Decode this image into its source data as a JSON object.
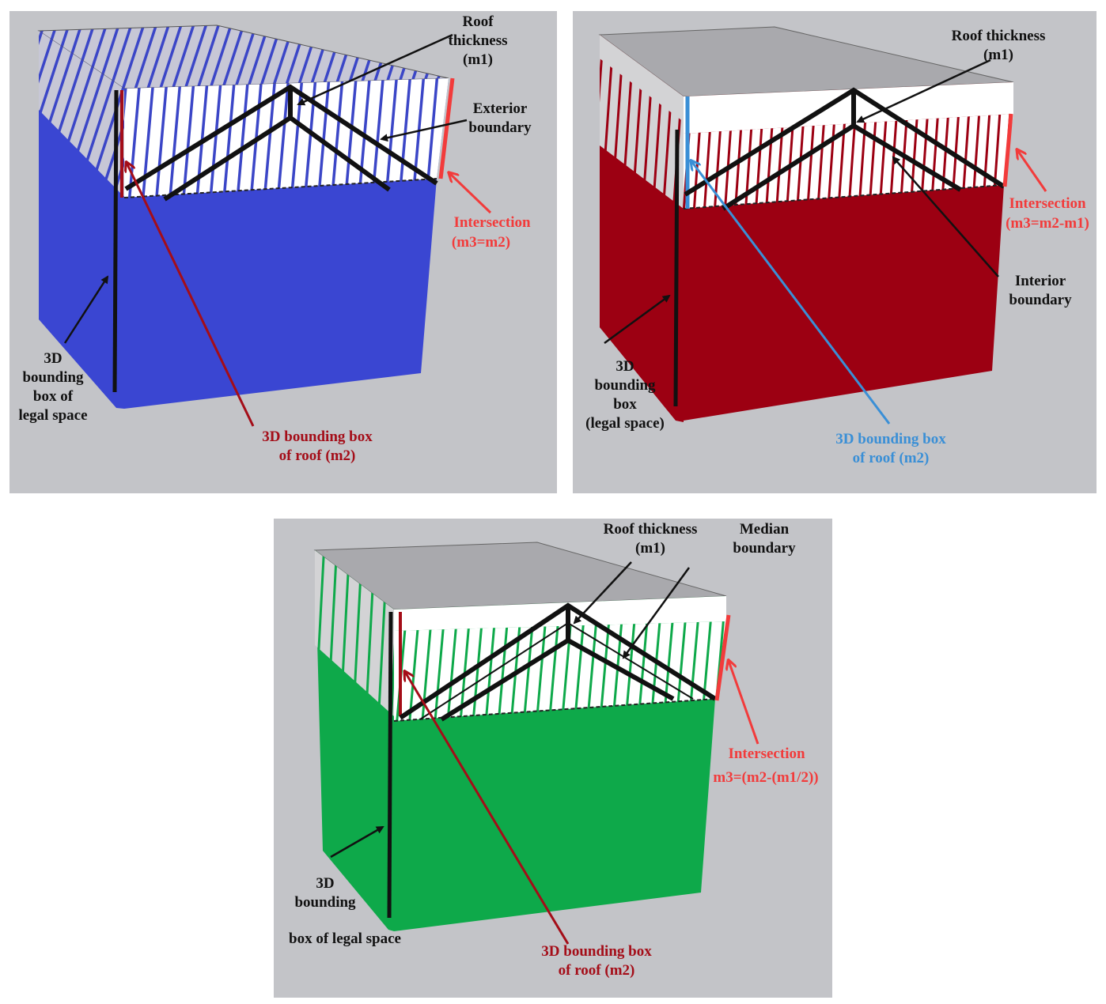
{
  "panels": [
    {
      "roof_thickness": "Roof\nthickness\n(m1)",
      "boundary": "Exterior\nboundary",
      "intersection_title": "Intersection",
      "intersection_formula": "(m3=m2)",
      "legal_space": "3D\nbounding\nbox of\nlegal space",
      "roof_box": "3D bounding box\nof roof (m2)"
    },
    {
      "roof_thickness": "Roof thickness\n(m1)",
      "boundary": "Interior\nboundary",
      "intersection_title": "Intersection",
      "intersection_formula": "(m3=m2-m1)",
      "legal_space": "3D\nbounding\nbox\n(legal space)",
      "roof_box": "3D bounding box\nof roof (m2)"
    },
    {
      "roof_thickness": "Roof thickness\n(m1)",
      "boundary": "Median\nboundary",
      "intersection_title": "Intersection",
      "intersection_formula": "m3=(m2-(m1/2))",
      "legal_space_1": "3D\nbounding",
      "legal_space_2": "box of legal space",
      "roof_box": "3D bounding box\nof roof (m2)"
    }
  ],
  "colors": {
    "background": "#c3c4c8",
    "panel_a_fill": "#3a46d2",
    "panel_b_fill": "#9c0012",
    "panel_c_fill": "#0ea94a",
    "roof_top": "#a9a9ad",
    "intersection_red": "#f23b3b",
    "roof_box_dark_red": "#a40d18",
    "roof_box_blue": "#3a8fd6"
  }
}
